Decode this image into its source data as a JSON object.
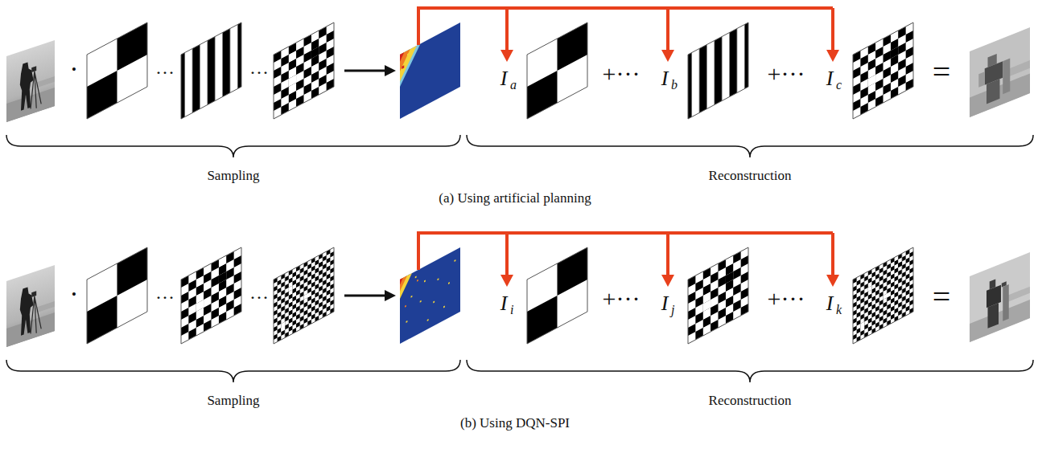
{
  "diagram": {
    "labels": [
      "·",
      "···",
      "···",
      "I",
      "a",
      "+···",
      "I",
      "b",
      "+···",
      "I",
      "c",
      "=",
      "Sampling",
      "Reconstruction",
      "(a) Using artificial planning",
      "·",
      "···",
      "···",
      "I",
      "i",
      "+···",
      "I",
      "j",
      "+···",
      "I",
      "k",
      "=",
      "Sampling",
      "Reconstruction",
      "(b) Using DQN-SPI"
    ]
  }
}
